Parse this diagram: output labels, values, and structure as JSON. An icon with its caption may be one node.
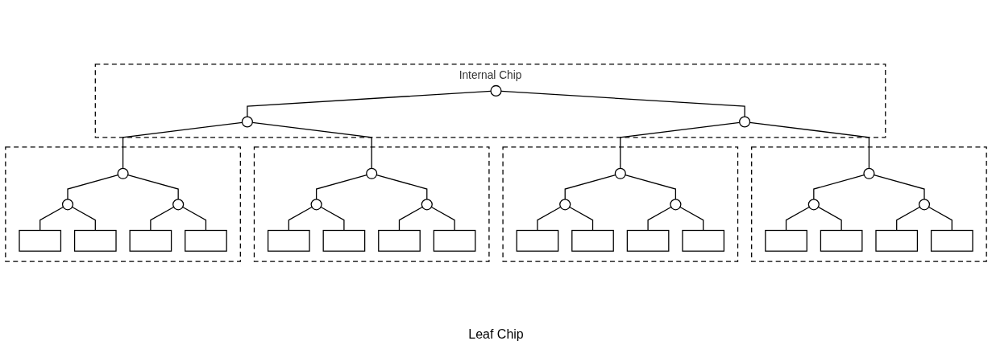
{
  "diagram": {
    "nodes": [
      {
        "text": [
          "Internal Chip"
        ]
      },
      {
        "text": [],
        "shape": "circle",
        "in": 0
      },
      {
        "text": [],
        "shape": "circle",
        "in": 0
      },
      {
        "text": [],
        "shape": "circle",
        "in": 0
      },
      {
        "text": [],
        "shape": "box"
      },
      {
        "text": [],
        "shape": "circle",
        "in": 4
      },
      {
        "text": [],
        "shape": "circle",
        "in": 4
      },
      {
        "text": [],
        "shape": "circle",
        "in": 4
      },
      {
        "text": [],
        "shape": "box",
        "in": 4
      },
      {
        "text": [],
        "shape": "box",
        "in": 4
      },
      {
        "text": [],
        "shape": "box",
        "in": 4
      },
      {
        "text": [],
        "shape": "box",
        "in": 4
      },
      {
        "text": [],
        "shape": "box"
      },
      {
        "text": [],
        "shape": "circle",
        "in": 12
      },
      {
        "text": [],
        "shape": "circle",
        "in": 12
      },
      {
        "text": [],
        "shape": "circle",
        "in": 12
      },
      {
        "text": [],
        "shape": "box",
        "in": 12
      },
      {
        "text": [],
        "shape": "box",
        "in": 12
      },
      {
        "text": [],
        "shape": "box",
        "in": 12
      },
      {
        "text": [],
        "shape": "box",
        "in": 12
      },
      {
        "text": [],
        "shape": "box"
      },
      {
        "text": [],
        "shape": "circle",
        "in": 20
      },
      {
        "text": [],
        "shape": "circle",
        "in": 20
      },
      {
        "text": [],
        "shape": "circle",
        "in": 20
      },
      {
        "text": [],
        "shape": "box",
        "in": 20
      },
      {
        "text": [],
        "shape": "box",
        "in": 20
      },
      {
        "text": [],
        "shape": "box",
        "in": 20
      },
      {
        "text": [],
        "shape": "box",
        "in": 20
      },
      {
        "text": [],
        "shape": "box"
      },
      {
        "text": [],
        "shape": "circle",
        "in": 28
      },
      {
        "text": [],
        "shape": "circle",
        "in": 28
      },
      {
        "text": [],
        "shape": "circle",
        "in": 28
      },
      {
        "text": [],
        "shape": "box",
        "in": 28
      },
      {
        "text": [],
        "shape": "box",
        "in": 28
      },
      {
        "text": [],
        "shape": "box",
        "in": 28
      },
      {
        "text": [],
        "shape": "box",
        "in": 28
      }
    ],
    "edges": [
      {
        "from": 1,
        "to": 2,
        "arrow": "none"
      },
      {
        "from": 1,
        "to": 3,
        "arrow": "none"
      },
      {
        "from": 2,
        "to": 5,
        "arrow": "none"
      },
      {
        "from": 2,
        "to": 13,
        "arrow": "none"
      },
      {
        "from": 3,
        "to": 21,
        "arrow": "none"
      },
      {
        "from": 3,
        "to": 29,
        "arrow": "none"
      },
      {
        "from": 5,
        "to": 6,
        "arrow": "none"
      },
      {
        "from": 5,
        "to": 7,
        "arrow": "none"
      },
      {
        "from": 6,
        "to": 8,
        "arrow": "none"
      },
      {
        "from": 6,
        "to": 9,
        "arrow": "none"
      },
      {
        "from": 7,
        "to": 10,
        "arrow": "none"
      },
      {
        "from": 7,
        "to": 11,
        "arrow": "none"
      },
      {
        "from": 13,
        "to": 14,
        "arrow": "none"
      },
      {
        "from": 13,
        "to": 15,
        "arrow": "none"
      },
      {
        "from": 14,
        "to": 16,
        "arrow": "none"
      },
      {
        "from": 14,
        "to": 17,
        "arrow": "none"
      },
      {
        "from": 15,
        "to": 18,
        "arrow": "none"
      },
      {
        "from": 15,
        "to": 19,
        "arrow": "none"
      },
      {
        "from": 21,
        "to": 22,
        "arrow": "none"
      },
      {
        "from": 21,
        "to": 23,
        "arrow": "none"
      },
      {
        "from": 22,
        "to": 24,
        "arrow": "none"
      },
      {
        "from": 22,
        "to": 25,
        "arrow": "none"
      },
      {
        "from": 23,
        "to": 26,
        "arrow": "none"
      },
      {
        "from": 23,
        "to": 27,
        "arrow": "none"
      },
      {
        "from": 29,
        "to": 30,
        "arrow": "none"
      },
      {
        "from": 29,
        "to": 31,
        "arrow": "none"
      },
      {
        "from": 30,
        "to": 32,
        "arrow": "none"
      },
      {
        "from": 30,
        "to": 33,
        "arrow": "none"
      },
      {
        "from": 31,
        "to": 34,
        "arrow": "none"
      },
      {
        "from": 31,
        "to": 35,
        "arrow": "none"
      }
    ],
    "labels": [
      "Leaf Chip"
    ]
  }
}
